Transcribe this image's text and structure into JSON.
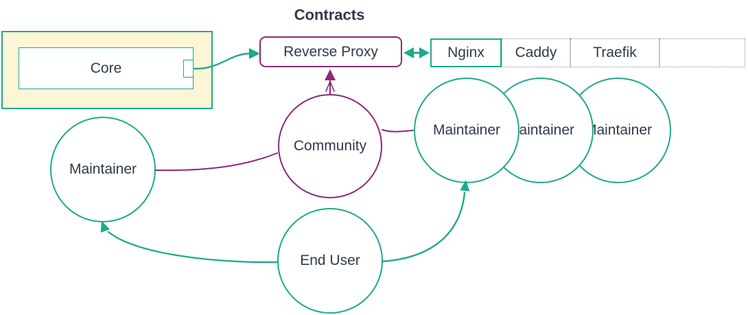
{
  "diagram": {
    "title": "Contracts",
    "type": "flowchart"
  },
  "colors": {
    "teal": "#1fa98e",
    "purple": "#8e2777",
    "text": "#2e3a4d",
    "subgraph_fill": "#fcf5d6",
    "gray": "#8a8a8a"
  },
  "nodes": {
    "core": {
      "label": "Core",
      "shape": "rect-in-subgraph"
    },
    "reverse_proxy": {
      "label": "Reverse Proxy",
      "shape": "rounded-rect",
      "border": "purple"
    },
    "nginx": {
      "label": "Nginx",
      "shape": "rect",
      "border": "solid-teal"
    },
    "caddy": {
      "label": "Caddy",
      "shape": "rect",
      "border": "dotted-gray"
    },
    "traefik": {
      "label": "Traefik",
      "shape": "rect",
      "border": "dotted-gray"
    },
    "empty_cell": {
      "label": "",
      "shape": "rect",
      "border": "dotted-gray"
    },
    "maintainer_right_1": {
      "label": "Maintainer",
      "shape": "circle",
      "border": "teal"
    },
    "maintainer_right_2": {
      "label": "Maintainer",
      "shape": "circle",
      "border": "teal"
    },
    "maintainer_right_3": {
      "label": "Maintainer",
      "shape": "circle",
      "border": "teal"
    },
    "community": {
      "label": "Community",
      "shape": "circle",
      "border": "purple"
    },
    "maintainer_left": {
      "label": "Maintainer",
      "shape": "circle",
      "border": "teal"
    },
    "end_user": {
      "label": "End User",
      "shape": "circle",
      "border": "teal"
    }
  },
  "edges": [
    {
      "from": "Core",
      "to": "Reverse Proxy",
      "style": "arrow",
      "color": "teal"
    },
    {
      "from": "Reverse Proxy",
      "to": "Nginx",
      "style": "double-arrow",
      "color": "teal"
    },
    {
      "from": "Community",
      "to": "Reverse Proxy",
      "style": "double-arrowhead-up",
      "color": "purple"
    },
    {
      "from": "Community",
      "to": "Maintainer (left)",
      "style": "line",
      "color": "purple"
    },
    {
      "from": "Community",
      "to": "Maintainer (right)",
      "style": "line",
      "color": "purple"
    },
    {
      "from": "End User",
      "to": "Maintainer (left)",
      "style": "arrow",
      "color": "teal"
    },
    {
      "from": "End User",
      "to": "Maintainer (right)",
      "style": "arrow",
      "color": "teal"
    }
  ]
}
